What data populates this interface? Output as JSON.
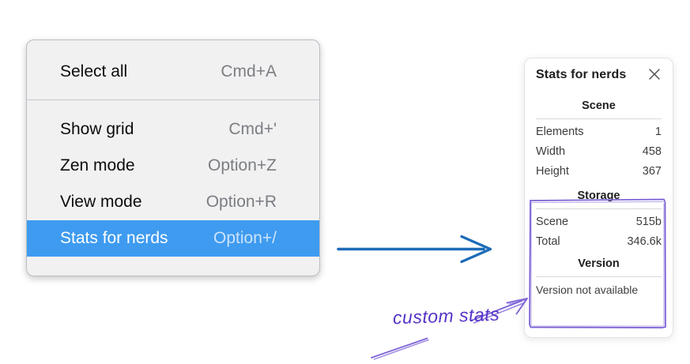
{
  "context_menu": {
    "items": [
      {
        "label": "Select all",
        "shortcut": "Cmd+A",
        "selected": false
      },
      {
        "label": "Show grid",
        "shortcut": "Cmd+'",
        "selected": false
      },
      {
        "label": "Zen mode",
        "shortcut": "Option+Z",
        "selected": false
      },
      {
        "label": "View mode",
        "shortcut": "Option+R",
        "selected": false
      },
      {
        "label": "Stats for nerds",
        "shortcut": "Option+/",
        "selected": true
      }
    ],
    "highlight_color": "#3e9bf0"
  },
  "stats_panel": {
    "title": "Stats for nerds",
    "close_icon": "x-icon",
    "sections": [
      {
        "heading": "Scene",
        "rows": [
          {
            "label": "Elements",
            "value": "1"
          },
          {
            "label": "Width",
            "value": "458"
          },
          {
            "label": "Height",
            "value": "367"
          }
        ]
      },
      {
        "heading": "Storage",
        "rows": [
          {
            "label": "Scene",
            "value": "515b"
          },
          {
            "label": "Total",
            "value": "346.6k"
          }
        ]
      },
      {
        "heading": "Version",
        "note": "Version not available"
      }
    ]
  },
  "annotations": {
    "custom_stats_label": "custom stats",
    "blue_arrow_color": "#1d6cb8",
    "purple_stroke_color": "#7a5fd4",
    "purple_text_color": "#5633c7"
  }
}
